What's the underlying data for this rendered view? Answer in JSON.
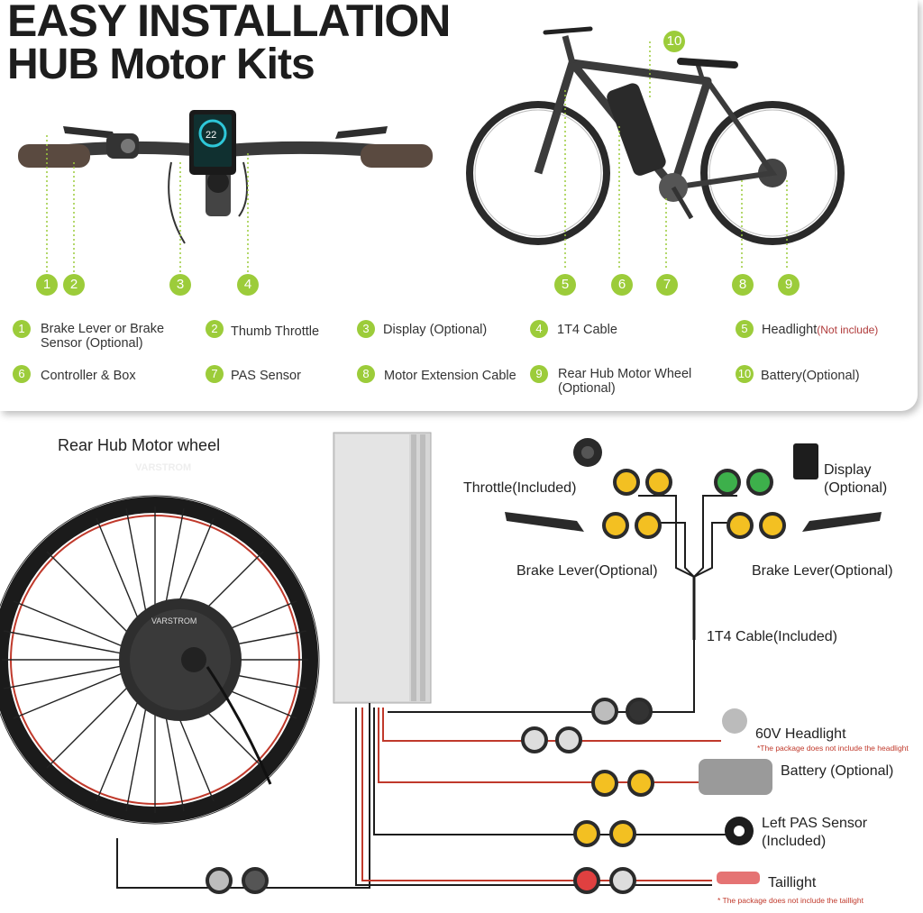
{
  "title": {
    "line1": "EASY INSTALLATION",
    "line2": "HUB Motor Kits"
  },
  "callout_numbers": [
    "1",
    "2",
    "3",
    "4",
    "5",
    "6",
    "7",
    "8",
    "9",
    "10"
  ],
  "legend": [
    {
      "num": "1",
      "text": "Brake Lever or Brake Sensor (Optional)",
      "note": ""
    },
    {
      "num": "2",
      "text": "Thumb Throttle",
      "note": ""
    },
    {
      "num": "3",
      "text": "Display (Optional)",
      "note": ""
    },
    {
      "num": "4",
      "text": "1T4 Cable",
      "note": ""
    },
    {
      "num": "5",
      "text": "Headlight",
      "note": "(Not include)"
    },
    {
      "num": "6",
      "text": "Controller & Box",
      "note": ""
    },
    {
      "num": "7",
      "text": "PAS Sensor",
      "note": ""
    },
    {
      "num": "8",
      "text": "Motor Extension Cable",
      "note": ""
    },
    {
      "num": "9",
      "text": "Rear Hub Motor Wheel (Optional)",
      "note": ""
    },
    {
      "num": "10",
      "text": "Battery(Optional)",
      "note": ""
    }
  ],
  "diagram": {
    "wheel_title": "Rear Hub Motor wheel",
    "rim_brand": "VARSTROM",
    "hub_brand": "VARSTROM",
    "display_readout": "22",
    "labels": {
      "throttle": "Throttle(Included)",
      "display": "Display\n(Optional)",
      "brake_left": "Brake Lever(Optional)",
      "brake_right": "Brake Lever(Optional)",
      "cable": "1T4 Cable(Included)",
      "headlight": "60V Headlight",
      "headlight_note": "*The package does not include the headlight",
      "battery": "Battery (Optional)",
      "pas": "Left PAS Sensor\n(Included)",
      "taillight": "Taillight",
      "taillight_note": "* The package does not include the taillight"
    }
  },
  "colors": {
    "accent_green": "#9ccc3a",
    "connector_yellow": "#f3c022",
    "connector_green": "#3db04b",
    "wire_red": "#c0392b",
    "frame_dark": "#2b2b2b"
  }
}
